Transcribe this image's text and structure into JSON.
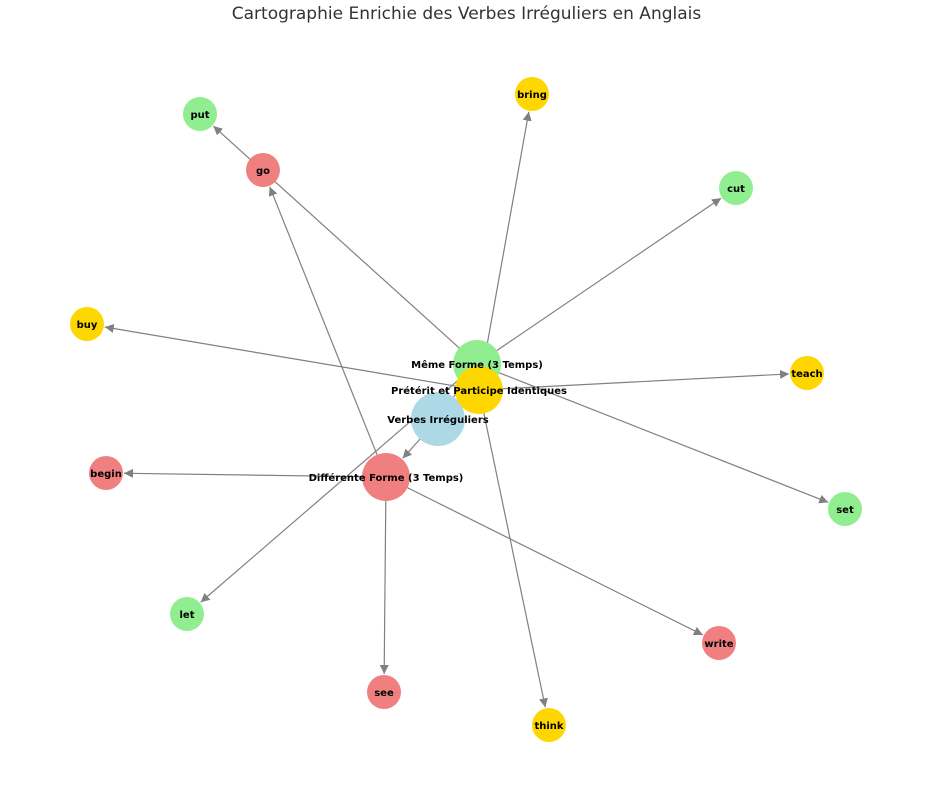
{
  "title": "Cartographie Enrichie des Verbes Irréguliers en Anglais",
  "colors": {
    "root": "#add8e6",
    "same": "#90ee90",
    "preterit": "#ffd700",
    "different": "#f08080",
    "edge": "#808080"
  },
  "nodes": [
    {
      "id": "root",
      "label": "Verbes Irréguliers",
      "category": "root"
    },
    {
      "id": "same",
      "label": "Même Forme (3 Temps)",
      "category": "same"
    },
    {
      "id": "preterit",
      "label": "Prétérit et Participe Identiques",
      "category": "preterit"
    },
    {
      "id": "different",
      "label": "Différente Forme (3 Temps)",
      "category": "different"
    },
    {
      "id": "put",
      "label": "put",
      "category": "same"
    },
    {
      "id": "cut",
      "label": "cut",
      "category": "same"
    },
    {
      "id": "set",
      "label": "set",
      "category": "same"
    },
    {
      "id": "let",
      "label": "let",
      "category": "same"
    },
    {
      "id": "bring",
      "label": "bring",
      "category": "preterit"
    },
    {
      "id": "buy",
      "label": "buy",
      "category": "preterit"
    },
    {
      "id": "teach",
      "label": "teach",
      "category": "preterit"
    },
    {
      "id": "think",
      "label": "think",
      "category": "preterit"
    },
    {
      "id": "go",
      "label": "go",
      "category": "different"
    },
    {
      "id": "begin",
      "label": "begin",
      "category": "different"
    },
    {
      "id": "see",
      "label": "see",
      "category": "different"
    },
    {
      "id": "write",
      "label": "write",
      "category": "different"
    }
  ],
  "edges": [
    {
      "from": "root",
      "to": "same"
    },
    {
      "from": "root",
      "to": "preterit"
    },
    {
      "from": "root",
      "to": "different"
    },
    {
      "from": "same",
      "to": "put"
    },
    {
      "from": "same",
      "to": "cut"
    },
    {
      "from": "same",
      "to": "set"
    },
    {
      "from": "same",
      "to": "let"
    },
    {
      "from": "preterit",
      "to": "bring"
    },
    {
      "from": "preterit",
      "to": "buy"
    },
    {
      "from": "preterit",
      "to": "teach"
    },
    {
      "from": "preterit",
      "to": "think"
    },
    {
      "from": "different",
      "to": "go"
    },
    {
      "from": "different",
      "to": "begin"
    },
    {
      "from": "different",
      "to": "see"
    },
    {
      "from": "different",
      "to": "write"
    }
  ]
}
